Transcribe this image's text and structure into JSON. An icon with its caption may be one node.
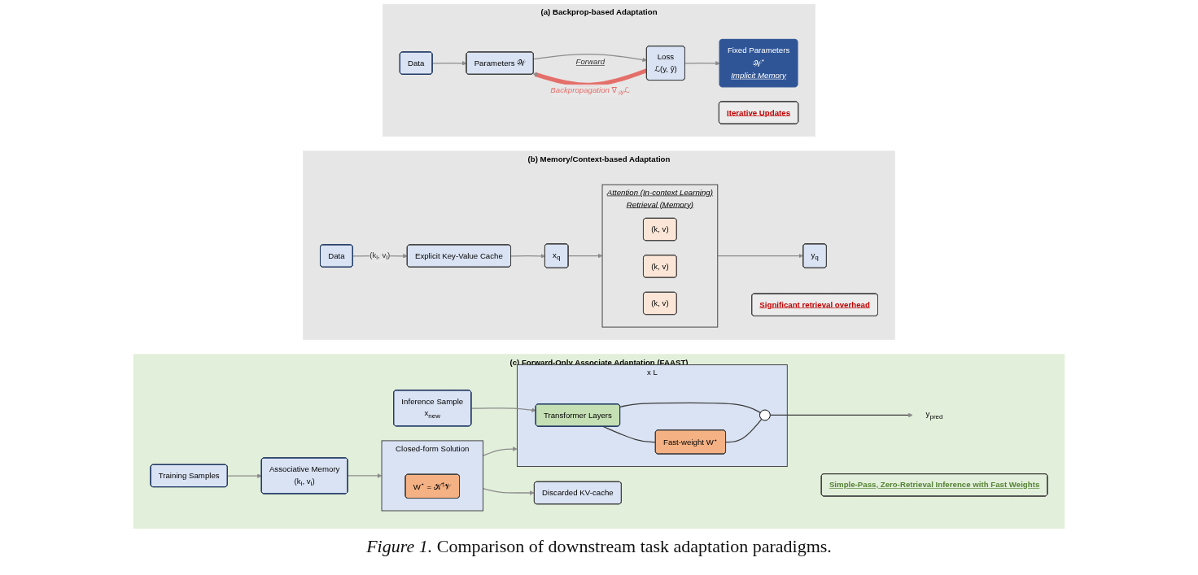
{
  "diagram": {
    "caption": "*Figure 1.* Comparison of downstream task adaptation paradigms.",
    "nodes": [
      {
        "text": [
          "(a) Backprop-based Adaptation"
        ]
      },
      {
        "text": [
          "Data"
        ],
        "in": 0
      },
      {
        "text": [
          "Parameters 𝒲"
        ],
        "in": 0
      },
      {
        "text": [
          "Loss",
          "ℒ(y, ŷ)"
        ],
        "in": 0
      },
      {
        "text": [
          "Fixed Parameters",
          "𝒲$^{*}$",
          "Implicit Memory"
        ],
        "in": 0
      },
      {
        "text": [
          "Iterative Updates"
        ],
        "in": 0
      },
      {
        "text": [
          "(b) Memory/Context-based Adaptation"
        ]
      },
      {
        "text": [
          "Significant retrieval overhead"
        ],
        "in": 6
      },
      {
        "text": [
          "Data"
        ],
        "in": 6
      },
      {
        "text": [
          "Explicit Key-Value Cache"
        ],
        "in": 6
      },
      {
        "text": [
          "x$_{q}$"
        ],
        "in": 6
      },
      {
        "text": [
          "Attention (In-context Learning)",
          "Retrieval (Memory)"
        ],
        "in": 6
      },
      {
        "text": [
          "(k, v)"
        ],
        "in": 11
      },
      {
        "text": [
          "(k, v)"
        ],
        "in": 11
      },
      {
        "text": [
          "(k, v)"
        ],
        "in": 11
      },
      {
        "text": [
          "y$_{q}$"
        ],
        "in": 6
      },
      {
        "text": [
          "(c) Forward-Only Associate Adaptation (FAAST)"
        ]
      },
      {
        "text": [
          "Training Samples"
        ],
        "in": 16
      },
      {
        "text": [
          "Associative Memory",
          "(k$_{i}$, v$_{i}$)"
        ],
        "in": 16
      },
      {
        "text": [
          "Closed-form Solution"
        ],
        "in": 16
      },
      {
        "text": [
          "W$^{⋆}$ = 𝒦$^{†}$𝒱"
        ],
        "in": 19
      },
      {
        "text": [
          "Discarded KV-cache"
        ],
        "in": 16
      },
      {
        "text": [
          "Inference Sample",
          "x$_{new}$"
        ],
        "in": 16
      },
      {
        "text": [
          "x L"
        ],
        "in": 16
      },
      {
        "text": [
          "Transformer Layers"
        ],
        "in": 23
      },
      {
        "text": [
          "Fast-weight W$^{⋆}$"
        ],
        "in": 23
      },
      {
        "text": [],
        "shape": "circle",
        "in": 23
      },
      {
        "text": [
          "y$_{pred}$"
        ],
        "in": 16
      },
      {
        "text": [
          "Simple-Pass, Zero-Retrieval Inference with Fast Weights"
        ],
        "in": 16
      }
    ],
    "edges": [
      {
        "from": 1,
        "to": 2,
        "arrow": "to"
      },
      {
        "from": 2,
        "to": 3,
        "arrow": "to",
        "label": "Forward"
      },
      {
        "from": 3,
        "to": 4,
        "arrow": "to"
      },
      {
        "from": 3,
        "to": 2,
        "arrow": "to",
        "label": "Backpropagation ∇$_{𝒲}$ℒ",
        "style": "thick",
        "color": "#e46f6a"
      },
      {
        "from": 8,
        "to": 9,
        "arrow": "to",
        "label": "(k$_{i}$, v$_{i}$)"
      },
      {
        "from": 9,
        "to": 10,
        "arrow": "to"
      },
      {
        "from": 10,
        "to": 11,
        "arrow": "to"
      },
      {
        "from": 11,
        "to": 15,
        "arrow": "to"
      },
      {
        "from": 17,
        "to": 18,
        "arrow": "to"
      },
      {
        "from": 18,
        "to": 19,
        "arrow": "to"
      },
      {
        "from": 19,
        "to": 21,
        "arrow": "to"
      },
      {
        "from": 19,
        "to": 23,
        "arrow": "to"
      },
      {
        "from": 22,
        "to": 24,
        "arrow": "to"
      },
      {
        "from": 24,
        "to": 25,
        "arrow": "none",
        "color": "#3b3b3b"
      },
      {
        "from": 24,
        "to": 26,
        "arrow": "none",
        "color": "#3b3b3b"
      },
      {
        "from": 25,
        "to": 26,
        "arrow": "none",
        "color": "#3b3b3b"
      },
      {
        "from": 26,
        "to": 27,
        "arrow": "to",
        "color": "#3b3b3b"
      }
    ]
  }
}
